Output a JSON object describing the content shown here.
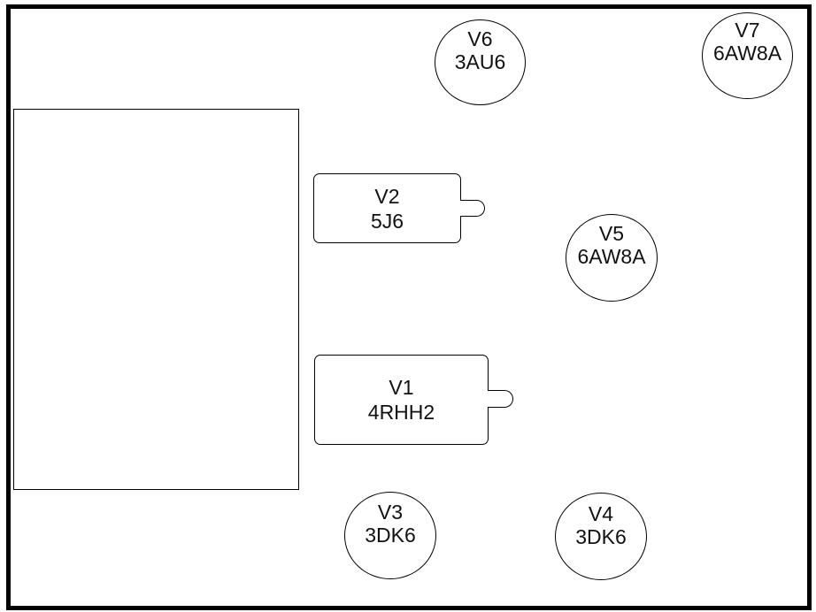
{
  "diagram": {
    "title": "Tube layout",
    "colors": {
      "line": "#000000",
      "background": "#ffffff",
      "text": "#111111"
    },
    "transformer": {
      "label": ""
    },
    "tubes": [
      {
        "id": "V6",
        "type": "3AU6",
        "shape": "round"
      },
      {
        "id": "V7",
        "type": "6AW8A",
        "shape": "round"
      },
      {
        "id": "V2",
        "type": "5J6",
        "shape": "rectangular"
      },
      {
        "id": "V5",
        "type": "6AW8A",
        "shape": "round"
      },
      {
        "id": "V1",
        "type": "4RHH2",
        "shape": "rectangular"
      },
      {
        "id": "V3",
        "type": "3DK6",
        "shape": "round"
      },
      {
        "id": "V4",
        "type": "3DK6",
        "shape": "round"
      }
    ]
  }
}
